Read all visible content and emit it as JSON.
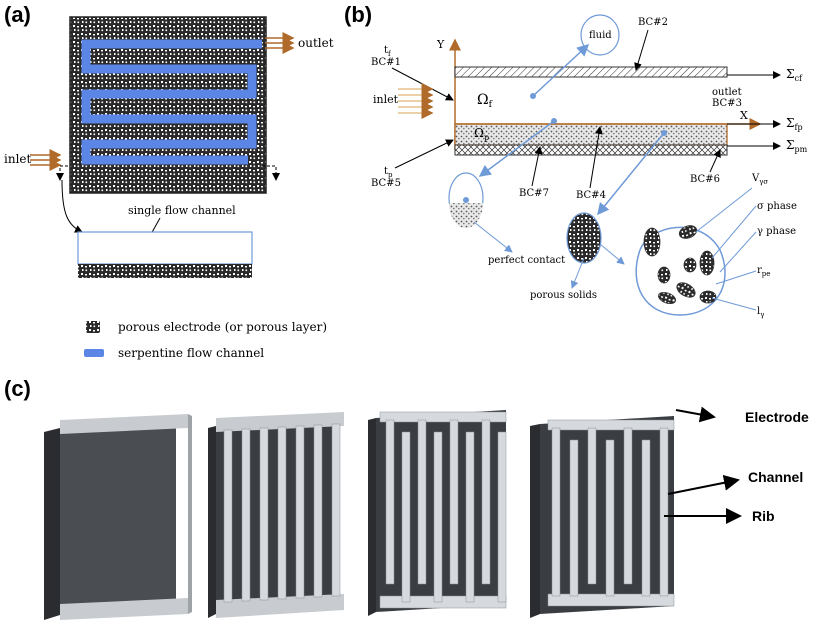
{
  "panels": {
    "a": "(a)",
    "b": "(b)",
    "c": "(c)"
  },
  "panel_a": {
    "outlet": "outlet",
    "inlet": "inlet",
    "single_channel": "single flow channel",
    "legend_porous": "porous electrode (or porous layer)",
    "legend_channel": "serpentine flow channel"
  },
  "panel_b": {
    "fluid": "fluid",
    "bc2": "BC#2",
    "bc1": "BC#1",
    "bc3": "BC#3",
    "bc4": "BC#4",
    "bc5": "BC#5",
    "bc6": "BC#6",
    "bc7": "BC#7",
    "outlet": "outlet",
    "inlet": "inlet",
    "axis_y": "Y",
    "axis_x": "X",
    "omega_f": "Ω",
    "omega_f_sub": "f",
    "omega_p": "Ω",
    "omega_p_sub": "p",
    "tf": "t",
    "tf_sub": "f",
    "tp": "t",
    "tp_sub": "p",
    "sigma_cf": "Σ",
    "sigma_cf_sub": "cf",
    "sigma_fp": "Σ",
    "sigma_fp_sub": "fp",
    "sigma_pm": "Σ",
    "sigma_pm_sub": "pm",
    "perfect_contact": "perfect contact",
    "porous_solids": "porous solids",
    "v_gs": "V",
    "v_gs_sub": "γσ",
    "sigma_phase": "σ phase",
    "gamma_phase": "γ phase",
    "r_pe": "r",
    "r_pe_sub": "pe",
    "l_g": "l",
    "l_g_sub": "γ"
  },
  "panel_c": {
    "electrode": "Electrode",
    "channel": "Channel",
    "rib": "Rib"
  },
  "colors": {
    "channel_blue": "#5b86e5",
    "arrow_brown": "#b06a2a",
    "dark_gray": "#3a3a3a",
    "rib_gray": "#c8ccd0"
  }
}
